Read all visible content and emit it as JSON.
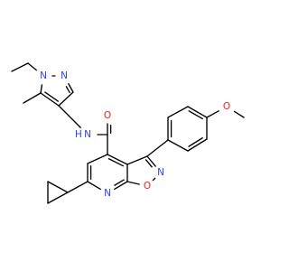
{
  "colors": {
    "carbon": "#000000",
    "nitrogen": "#2f3fff",
    "oxygen": "#ff1a1a",
    "background": "#ffffff"
  },
  "atom_labels": {
    "n_pyrazole_1": "N",
    "n_pyrazole_2": "N",
    "n_amide": "N",
    "h_amide": "H",
    "o_carbonyl": "O",
    "o_methoxy": "O",
    "n_isoxazole": "N",
    "o_isoxazole": "O",
    "n_pyridine": "N"
  }
}
